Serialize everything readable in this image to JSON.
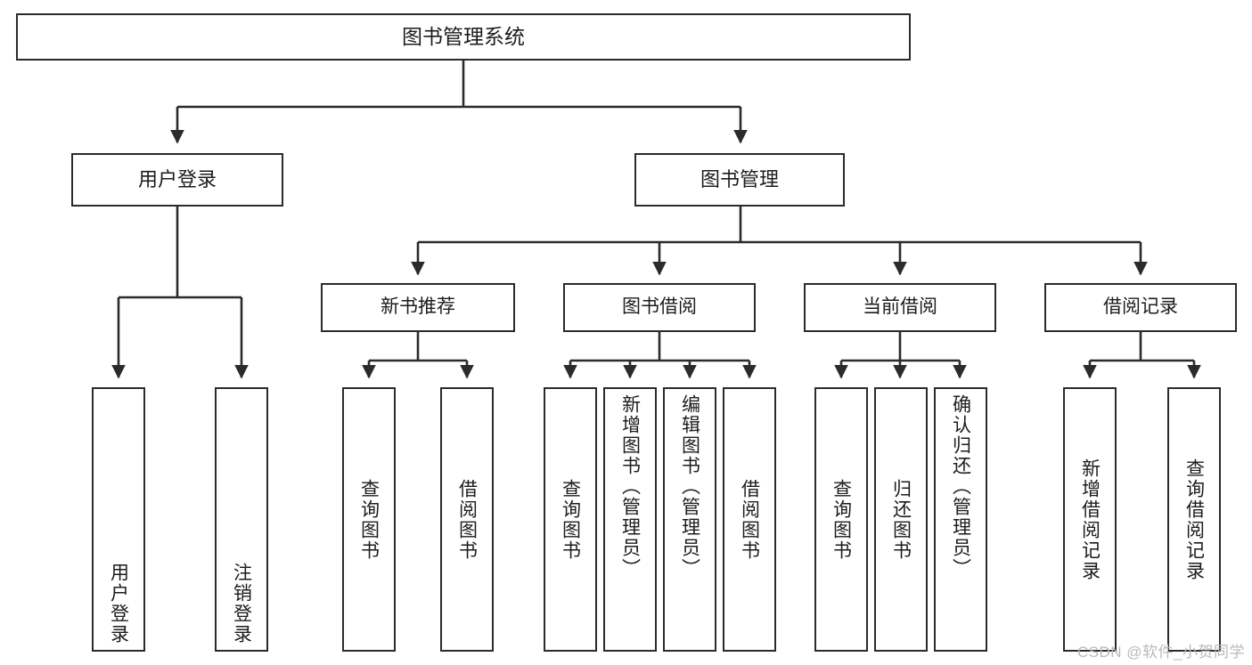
{
  "diagram": {
    "title": "图书管理系统",
    "type": "tree-hierarchy-diagram",
    "colors": {
      "stroke": "#2b2b2b",
      "fill": "#ffffff",
      "text": "#1c1c1c",
      "watermark": "#b9b9b9"
    },
    "root": {
      "label": "图书管理系统"
    },
    "level1": [
      {
        "label": "用户登录"
      },
      {
        "label": "图书管理"
      }
    ],
    "level2": [
      {
        "label": "新书推荐"
      },
      {
        "label": "图书借阅"
      },
      {
        "label": "当前借阅"
      },
      {
        "label": "借阅记录"
      }
    ],
    "leaves": {
      "user_login": [
        {
          "label": "用户登录"
        },
        {
          "label": "注销登录"
        }
      ],
      "new_book_recommend": [
        {
          "label": "查询图书"
        },
        {
          "label": "借阅图书"
        }
      ],
      "book_borrow": [
        {
          "label": "查询图书"
        },
        {
          "label": "新增图书（管理员）"
        },
        {
          "label": "编辑图书（管理员）"
        },
        {
          "label": "借阅图书"
        }
      ],
      "current_borrow": [
        {
          "label": "查询图书"
        },
        {
          "label": "归还图书"
        },
        {
          "label": "确认归还（管理员）"
        }
      ],
      "borrow_record": [
        {
          "label": "新增借阅记录"
        },
        {
          "label": "查询借阅记录"
        }
      ]
    }
  },
  "watermark": {
    "text": "CSDN @软件_小贺同学"
  }
}
